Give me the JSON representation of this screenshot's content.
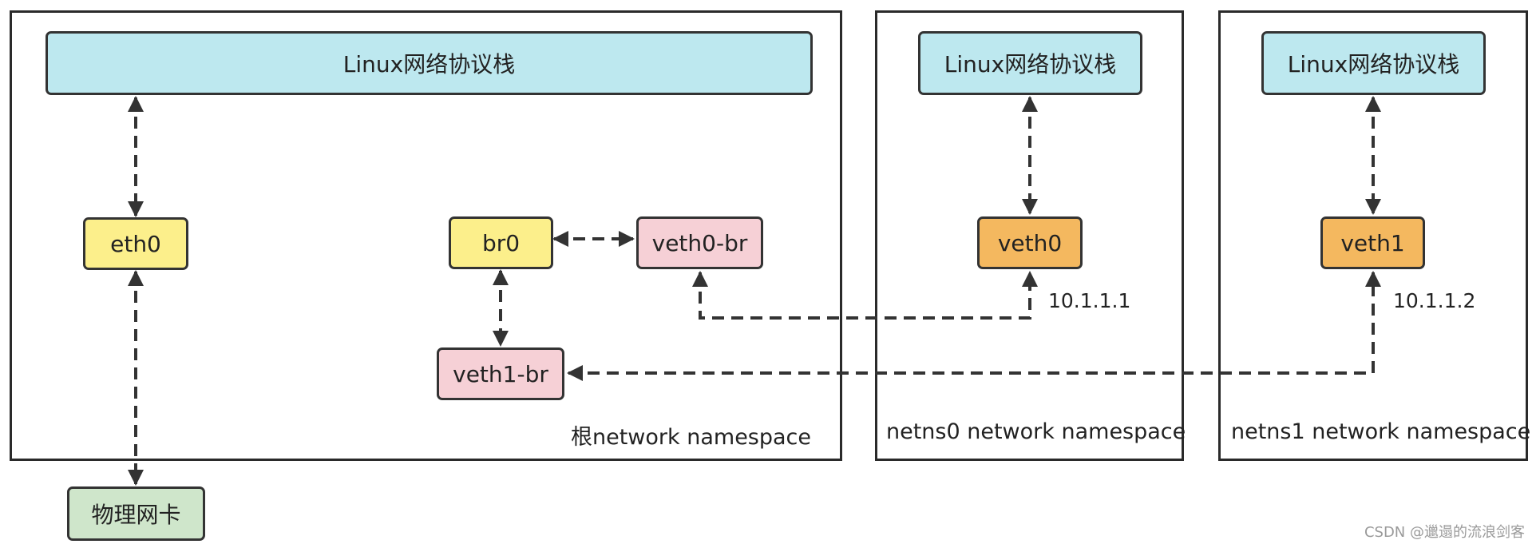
{
  "root_ns": {
    "label": "根network namespace",
    "stack": "Linux网络协议栈",
    "eth0": "eth0",
    "br0": "br0",
    "veth0_br": "veth0-br",
    "veth1_br": "veth1-br"
  },
  "netns0": {
    "label": "netns0 network namespace",
    "stack": "Linux网络协议栈",
    "veth0": "veth0",
    "ip": "10.1.1.1"
  },
  "netns1": {
    "label": "netns1 network namespace",
    "stack": "Linux网络协议栈",
    "veth1": "veth1",
    "ip": "10.1.1.2"
  },
  "physical_nic": "物理网卡",
  "watermark": "CSDN @邋遢的流浪剑客",
  "colors": {
    "stack": "#bde8ef",
    "eth_bridge": "#fcef8b",
    "veth_bridge_end": "#f6d0d6",
    "veth_ns_end": "#f4b85f",
    "physical_nic": "#cfe6cb",
    "line": "#333333"
  }
}
